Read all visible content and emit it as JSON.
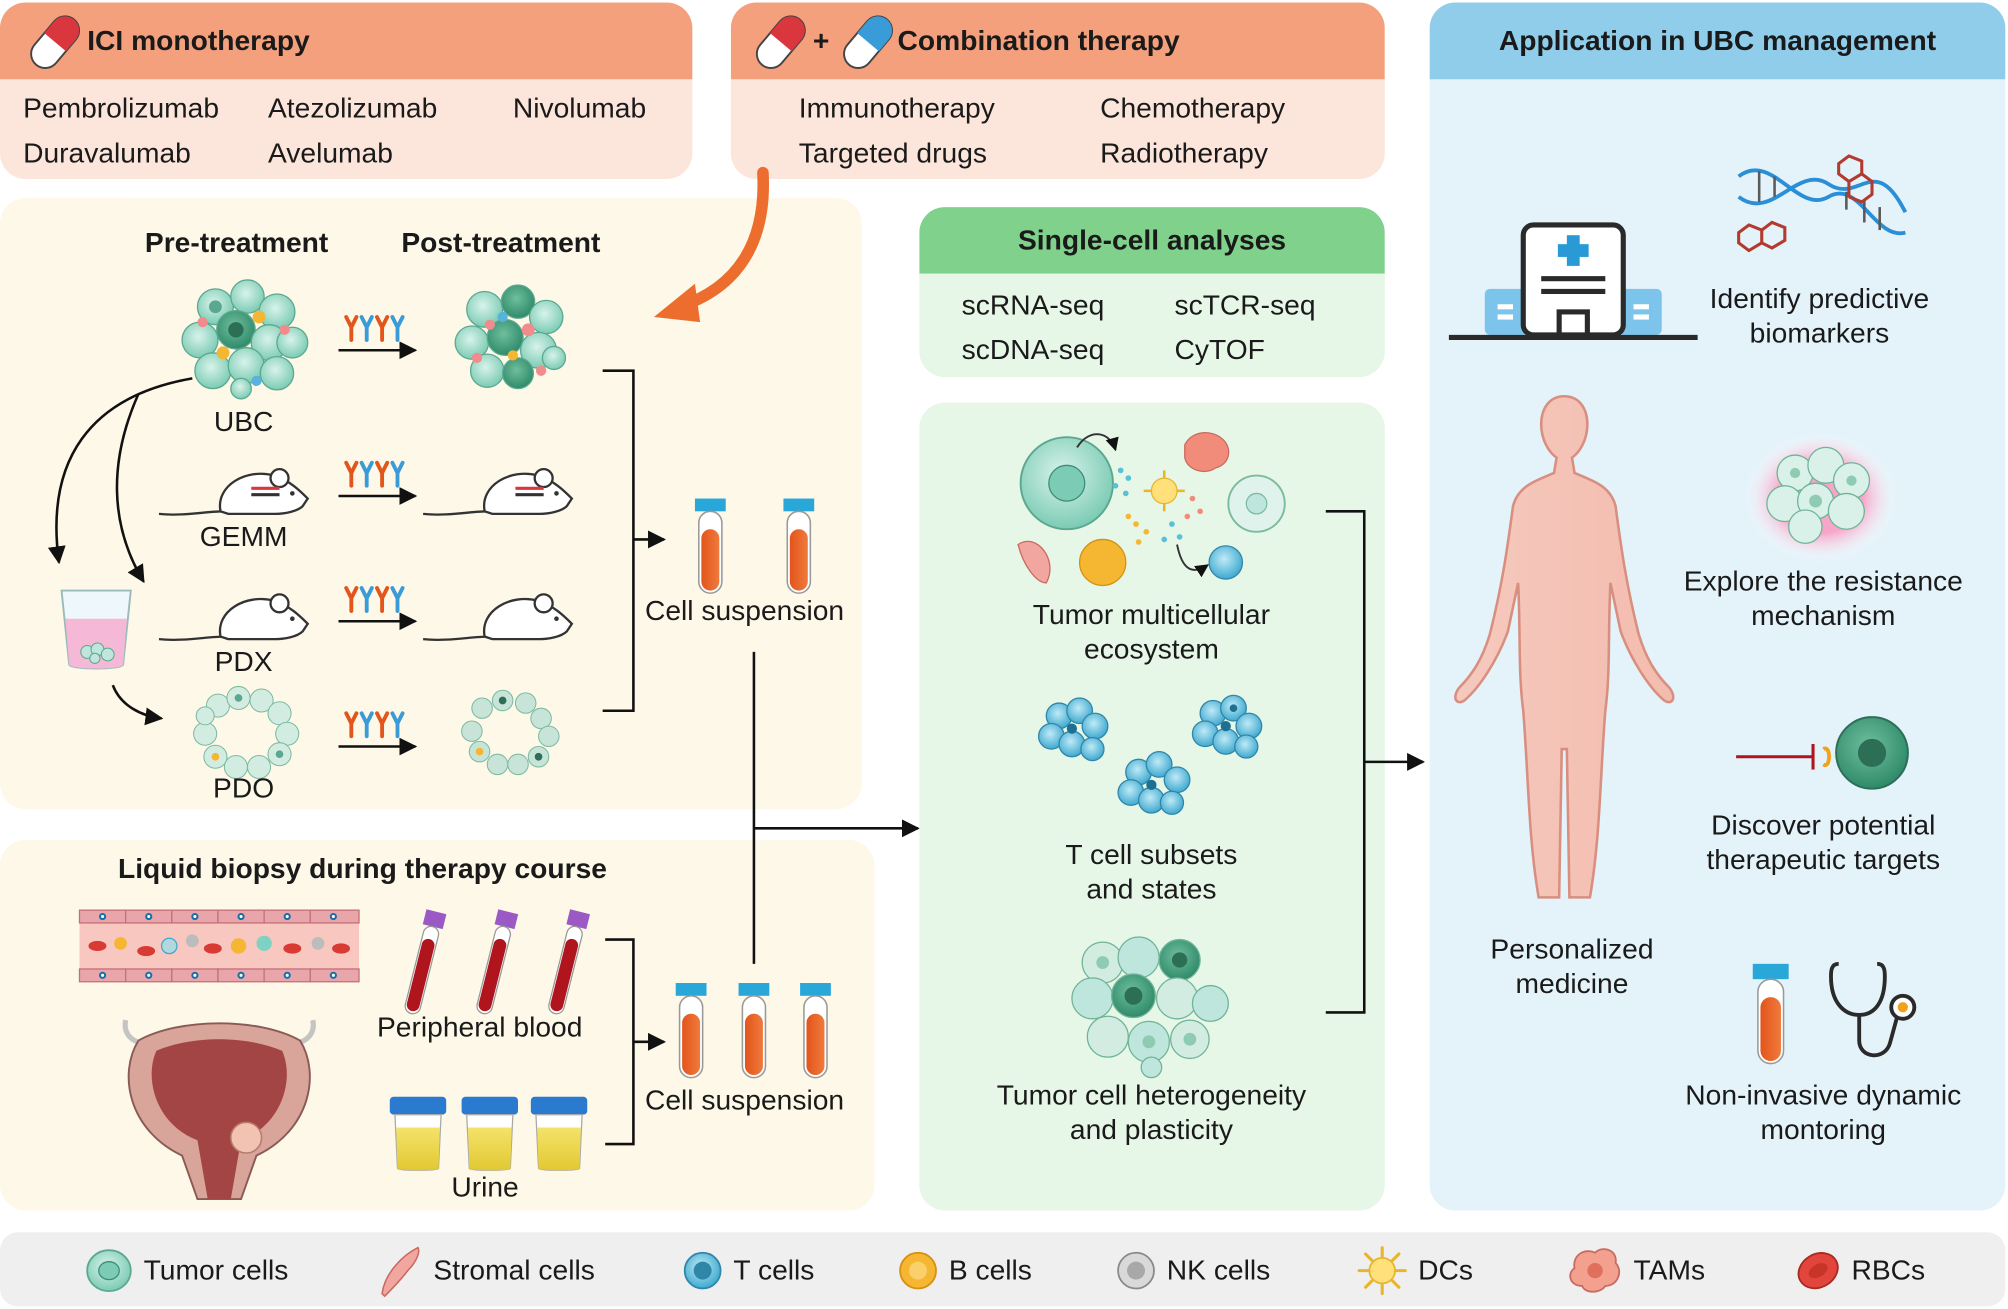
{
  "ici": {
    "title": "ICI monotherapy",
    "drugs": [
      "Pembrolizumab",
      "Atezolizumab",
      "Nivolumab",
      "Duravalumab",
      "Avelumab"
    ]
  },
  "combo": {
    "plus": "+",
    "title": "Combination therapy",
    "items": [
      "Immunotherapy",
      "Chemotherapy",
      "Targeted drugs",
      "Radiotherapy"
    ]
  },
  "models": {
    "pre_label": "Pre-treatment",
    "post_label": "Post-treatment",
    "rows": [
      "UBC",
      "GEMM",
      "PDX",
      "PDO"
    ],
    "cell_suspension": "Cell suspension"
  },
  "liquid": {
    "title": "Liquid biopsy during therapy course",
    "blood_label": "Peripheral blood",
    "urine_label": "Urine",
    "cell_suspension": "Cell suspension"
  },
  "single_cell": {
    "title": "Single-cell analyses",
    "methods": [
      "scRNA-seq",
      "scTCR-seq",
      "scDNA-seq",
      "CyTOF"
    ]
  },
  "insights": {
    "ecosystem": [
      "Tumor multicellular",
      "ecosystem"
    ],
    "tcell": [
      "T cell subsets",
      "and states"
    ],
    "heterogeneity": [
      "Tumor cell heterogeneity",
      "and plasticity"
    ]
  },
  "application": {
    "title": "Application in UBC management",
    "biomarkers": [
      "Identify predictive",
      "biomarkers"
    ],
    "resistance": [
      "Explore the resistance",
      "mechanism"
    ],
    "targets": [
      "Discover potential",
      "therapeutic targets"
    ],
    "personalized": [
      "Personalized",
      "medicine"
    ],
    "monitoring": [
      "Non-invasive dynamic",
      "montoring"
    ]
  },
  "legend": [
    {
      "label": "Tumor cells",
      "icon": "tumor-cell-icon"
    },
    {
      "label": "Stromal cells",
      "icon": "stromal-cell-icon"
    },
    {
      "label": "T cells",
      "icon": "t-cell-icon"
    },
    {
      "label": "B cells",
      "icon": "b-cell-icon"
    },
    {
      "label": "NK cells",
      "icon": "nk-cell-icon"
    },
    {
      "label": "DCs",
      "icon": "dc-icon"
    },
    {
      "label": "TAMs",
      "icon": "tam-icon"
    },
    {
      "label": "RBCs",
      "icon": "rbc-icon"
    }
  ],
  "colors": {
    "header_orange": "#f4a07c",
    "body_peach": "#fce6dc",
    "model_cream": "#fdf8e7",
    "sc_green": "#7fd18c",
    "sc_light": "#e6f6e7",
    "app_blue": "#8fcdea",
    "app_light": "#e4f3fa",
    "arrow_orange": "#ec6d2e"
  }
}
